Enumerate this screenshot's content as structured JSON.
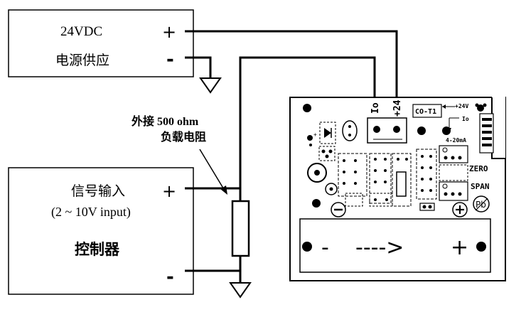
{
  "power_supply": {
    "line1": "24VDC",
    "line2": "电源供应",
    "plus": "+",
    "minus": "-"
  },
  "load_annotation": {
    "line1": "外接 500 ohm",
    "line2": "负载电阻"
  },
  "controller": {
    "line1": "信号输入",
    "line2": "(2 ~ 10V input)",
    "line3": "控制器",
    "plus": "+",
    "minus": "-"
  },
  "board": {
    "terminal_io": "Io",
    "terminal_24": "+24",
    "module_label": "CO-T1",
    "plus24_label": "+24V",
    "io_label": "Io",
    "range_label": "4-20mA",
    "zero_label": "ZERO",
    "span_label": "SPAN",
    "pb_label": "Pb",
    "input_minus": "-",
    "input_arrow": "- - - - >",
    "input_plus": "+",
    "minus_pad": "−",
    "plus_pad": "+"
  }
}
